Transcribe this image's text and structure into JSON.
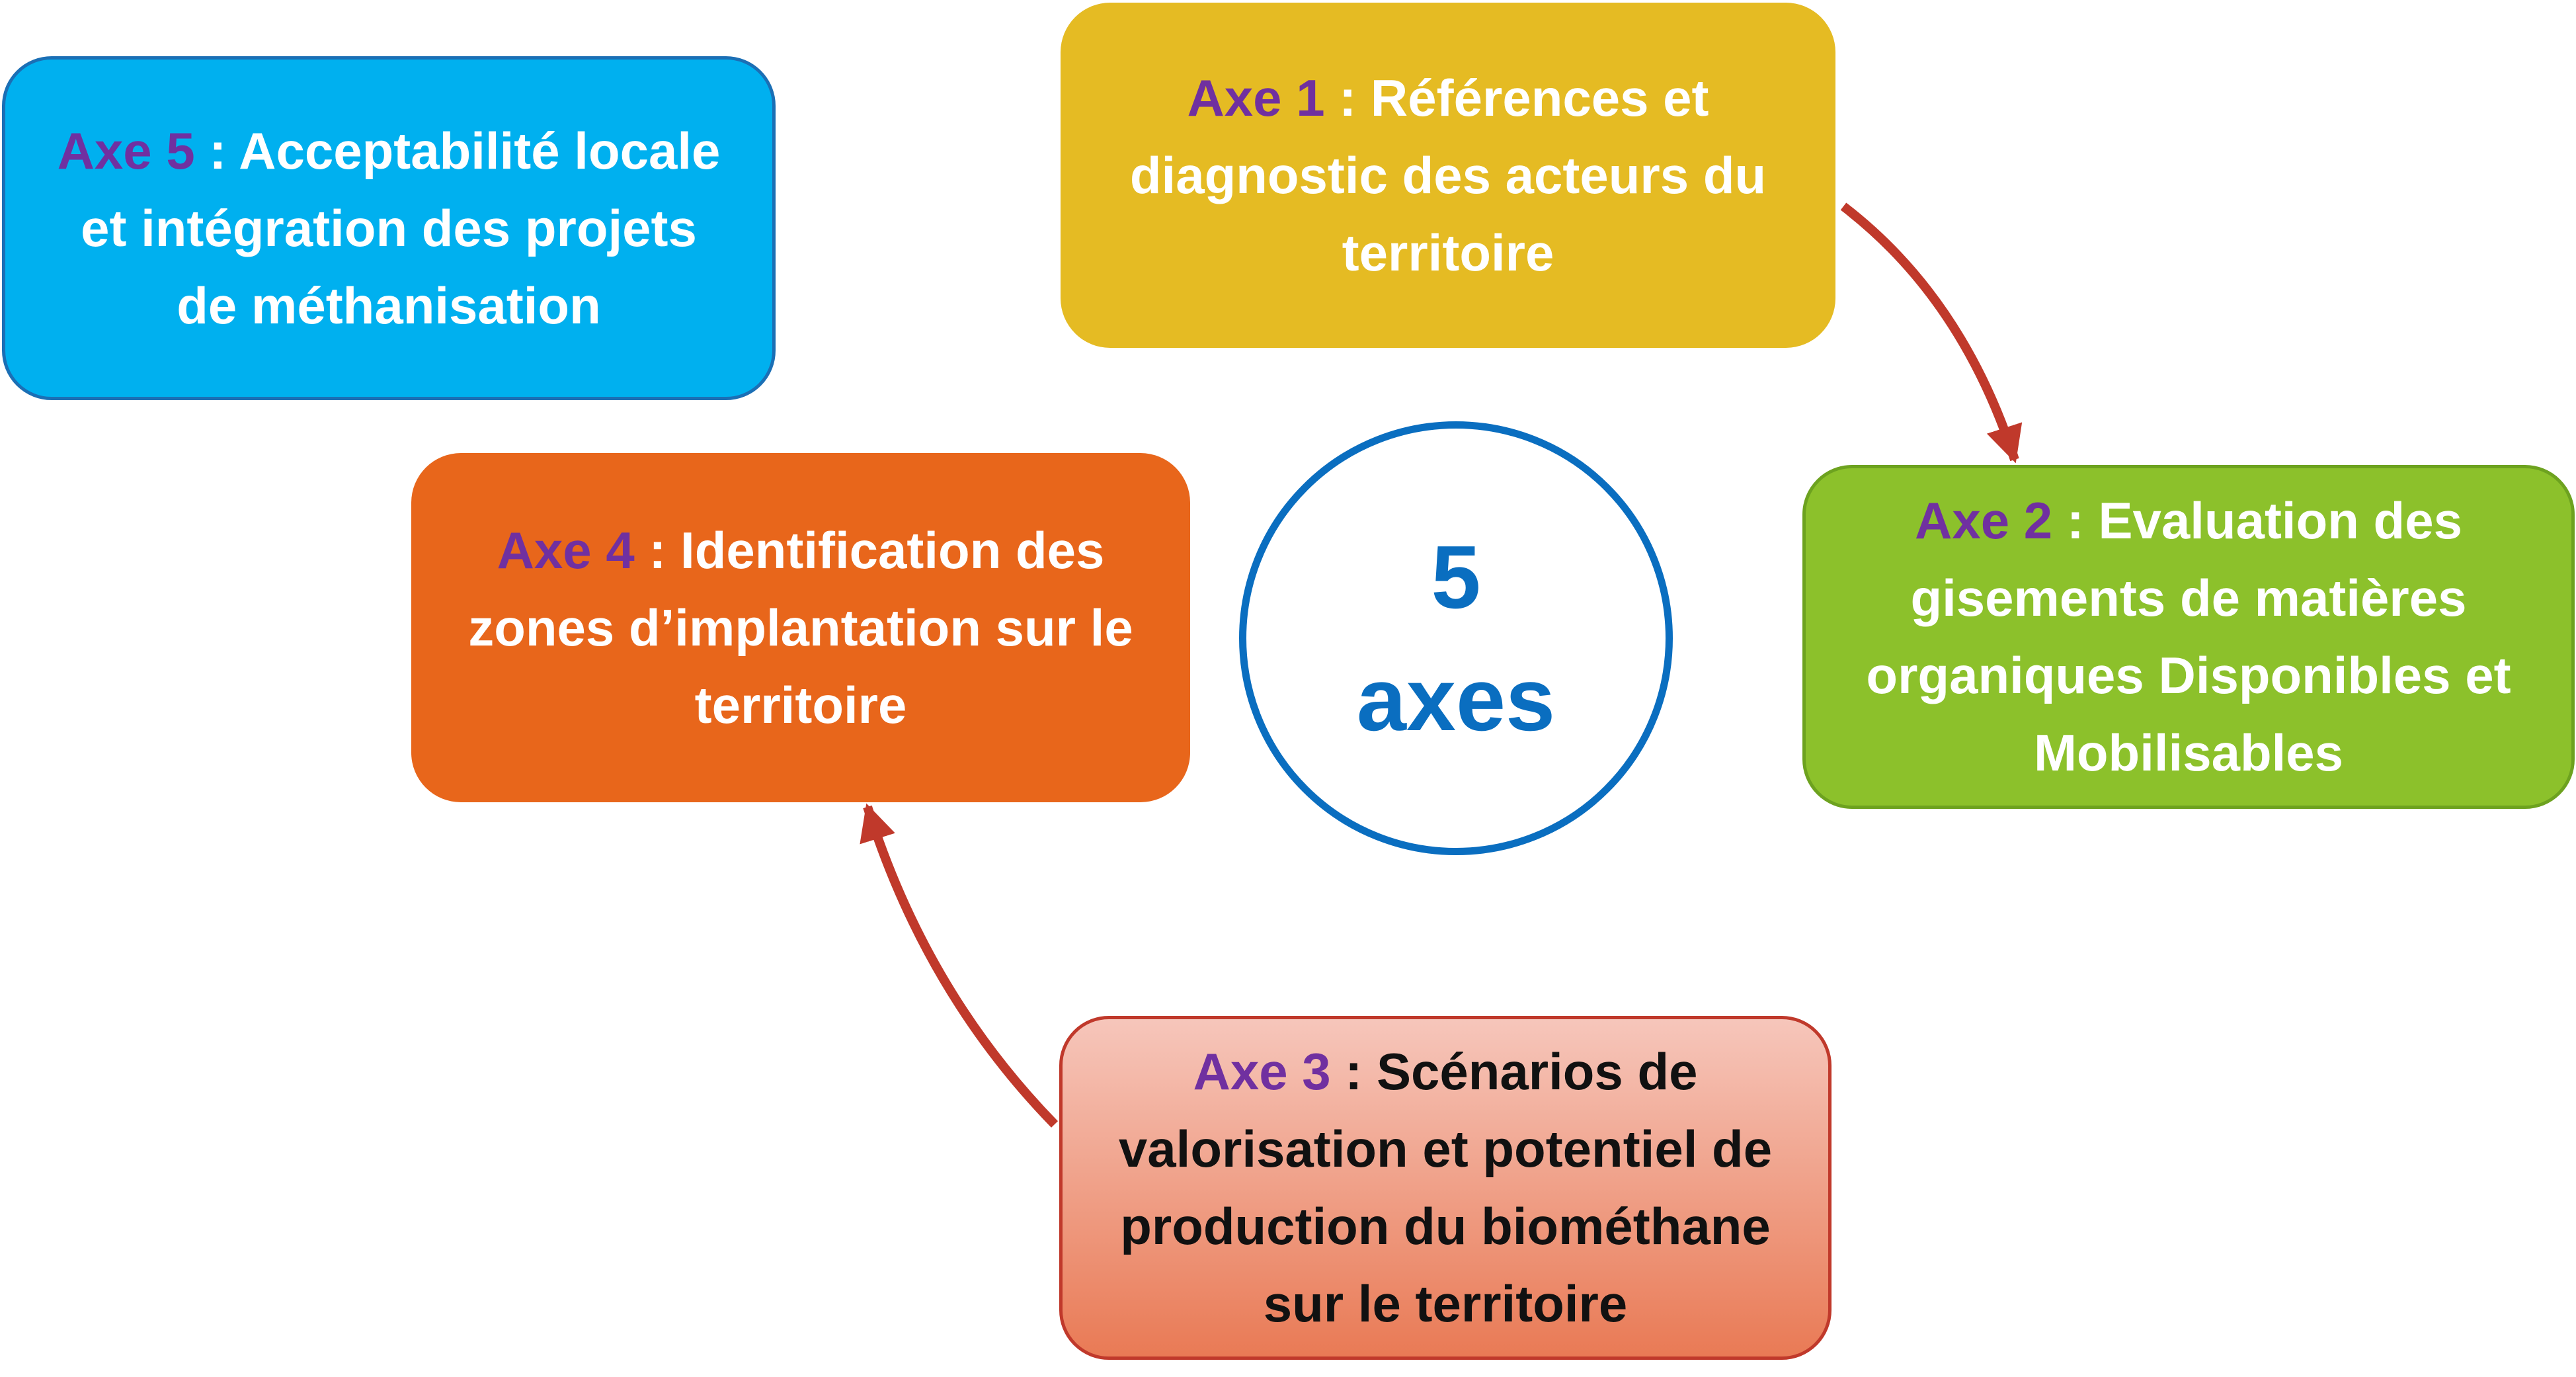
{
  "center": {
    "number": "5",
    "word": "axes"
  },
  "axes": [
    {
      "label": "Axe 1",
      "text": " : Références et diagnostic des acteurs du territoire"
    },
    {
      "label": "Axe 2",
      "text": " : Evaluation des gisements de matières organiques Disponibles et Mobilisables"
    },
    {
      "label": "Axe 3",
      "text": " : Scénarios de valorisation et potentiel de production du biométhane sur le territoire"
    },
    {
      "label": "Axe 4",
      "text": " : Identification des zones d’implantation sur le territoire"
    },
    {
      "label": "Axe 5",
      "text": " : Acceptabilité locale et intégration des projets de méthanisation"
    }
  ],
  "colors": {
    "axe_label": "#7030a0",
    "axe1_fill": "#e5bb23",
    "axe2_fill": "#8cc12b",
    "axe3_fill": "#f6c6bb",
    "axe4_fill": "#e8661b",
    "axe5_fill": "#00b0ef",
    "circle": "#0a6ec0",
    "arrow": "#c0392b"
  },
  "connectors": [
    {
      "from": "Axe 1",
      "to": "Axe 2"
    },
    {
      "from": "Axe 3",
      "to": "Axe 4"
    }
  ]
}
